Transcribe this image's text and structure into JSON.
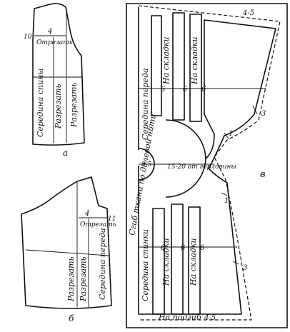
{
  "pattern_a": {
    "caption": "а",
    "measure_10": "10",
    "measure_4": "4",
    "cut_note": "Отрезать",
    "center_back": "Середина спины",
    "cut_1": "Разрезать",
    "cut_2": "Разрезать"
  },
  "pattern_b": {
    "caption": "б",
    "measure_4": "4",
    "measure_11": "11",
    "cut_note": "Отрезать",
    "cut_1": "Разрезать",
    "cut_2": "Разрезать",
    "center_front": "Середина переда"
  },
  "pattern_c": {
    "caption": "в",
    "hem_top": "4-5",
    "hem_bottom": "4-5",
    "grain_note": "Сгиб ткани по долевой нити",
    "center_front": "Середина переда",
    "center_back": "Середина спинки",
    "pleat_1": "На складки",
    "pleat_2": "На складки",
    "pleat_3": "На складки",
    "pleat_4": "На складки",
    "six_1": "6",
    "six_2": "6",
    "six_3": "6",
    "six_4": "6",
    "six_5": "6",
    "six_6": "6",
    "neck_allowance": "15-20 от горловины",
    "value_05": "0,5",
    "value_1_top": "1",
    "value_1_bottom": "1",
    "value_3_top": "3",
    "value_3_bottom": "3",
    "hem_label": "На подгиб"
  }
}
